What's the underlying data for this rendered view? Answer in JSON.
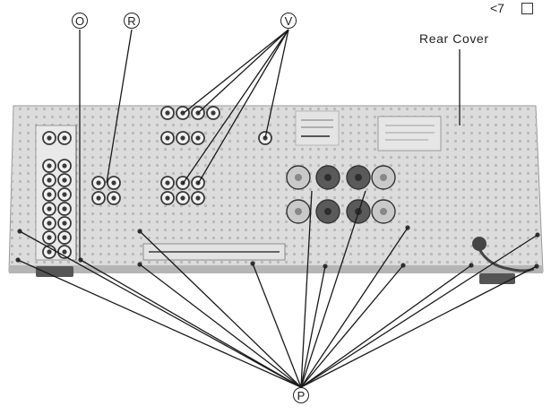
{
  "page_ref": "<7",
  "rear_cover_label": "Rear Cover",
  "callouts": {
    "o": "O",
    "r": "R",
    "v": "V",
    "p": "P"
  },
  "colors": {
    "panel": "#dcdcdc",
    "panel_shadow": "#b5b5b5",
    "line": "#1a1a1a",
    "jack_ring": "#3a3a3a",
    "terminal_dark": "#5a5a5a",
    "terminal_light": "#c9c9c9"
  }
}
